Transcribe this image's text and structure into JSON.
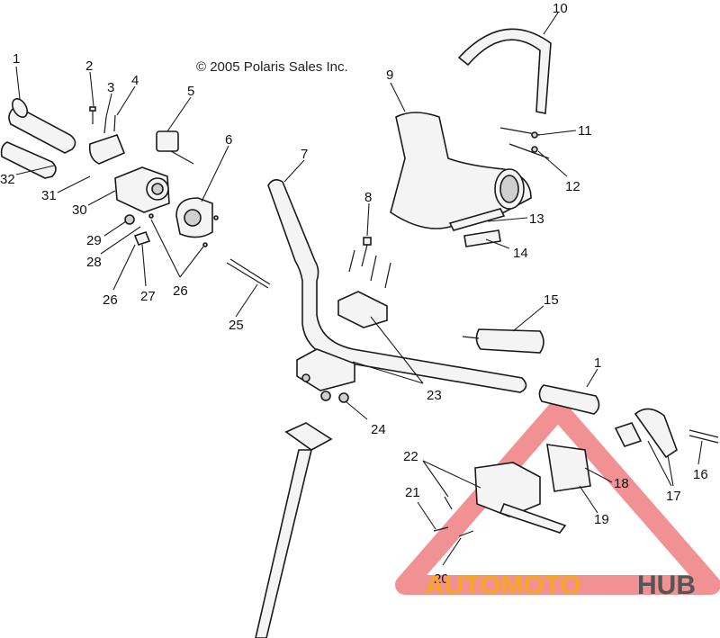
{
  "copyright": "© 2005 Polaris Sales Inc.",
  "watermark": {
    "part1": "AUTOMOTO",
    "part2": "HUB",
    "color_red": "#e8363a",
    "color_orange": "#f5a623",
    "color_gray": "#555555"
  },
  "callouts": {
    "c1a": "1",
    "c1b": "1",
    "c2": "2",
    "c3": "3",
    "c4": "4",
    "c5": "5",
    "c6": "6",
    "c7": "7",
    "c8": "8",
    "c9": "9",
    "c10": "10",
    "c11": "11",
    "c12": "12",
    "c13": "13",
    "c14": "14",
    "c15": "15",
    "c16": "16",
    "c17": "17",
    "c18": "18",
    "c19": "19",
    "c20": "20",
    "c21": "21",
    "c22": "22",
    "c23": "23",
    "c24": "24",
    "c25": "25",
    "c26a": "26",
    "c26b": "26",
    "c27": "27",
    "c28": "28",
    "c29": "29",
    "c30": "30",
    "c31": "31",
    "c32": "32"
  }
}
